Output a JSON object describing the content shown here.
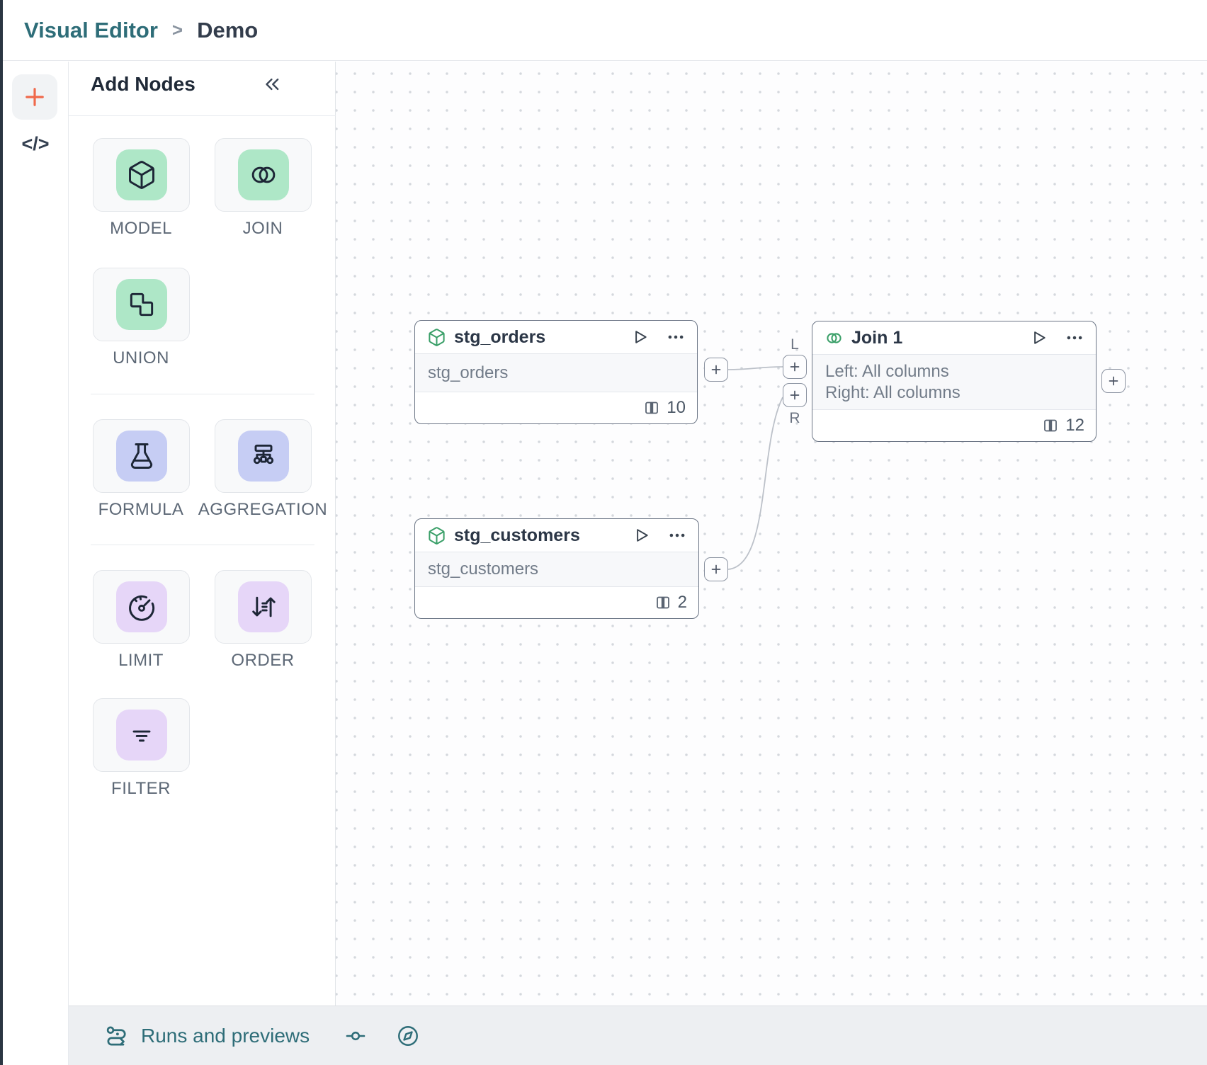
{
  "header": {
    "breadcrumb_root": "Visual Editor",
    "breadcrumb_separator": ">",
    "breadcrumb_current": "Demo"
  },
  "rail": {
    "code_label": "</>"
  },
  "panel": {
    "title": "Add Nodes",
    "tiles": [
      {
        "label": "MODEL",
        "icon": "cube-icon",
        "color": "#aee7c7"
      },
      {
        "label": "JOIN",
        "icon": "venn-icon",
        "color": "#aee7c7"
      },
      {
        "label": "UNION",
        "icon": "union-icon",
        "color": "#aee7c7"
      },
      {
        "label": "FORMULA",
        "icon": "flask-icon",
        "color": "#c6cdf4"
      },
      {
        "label": "AGGREGATION",
        "icon": "sitemap-icon",
        "color": "#c6cdf4"
      },
      {
        "label": "LIMIT",
        "icon": "gauge-icon",
        "color": "#e6d6f8"
      },
      {
        "label": "ORDER",
        "icon": "sort-arrows-icon",
        "color": "#e6d6f8"
      },
      {
        "label": "FILTER",
        "icon": "filter-lines-icon",
        "color": "#e6d6f8"
      }
    ]
  },
  "canvas": {
    "nodes": [
      {
        "title": "stg_orders",
        "subtitle": "stg_orders",
        "column_count": "10"
      },
      {
        "title": "stg_customers",
        "subtitle": "stg_customers",
        "column_count": "2"
      },
      {
        "title": "Join 1",
        "left_line": "Left: All columns",
        "right_line": "Right: All columns",
        "column_count": "12",
        "left_port_label": "L",
        "right_port_label": "R"
      }
    ]
  },
  "statusbar": {
    "runs_label": "Runs and previews"
  },
  "colors": {
    "accent_teal": "#2e6d78",
    "accent_orange": "#f0694b",
    "tile_green": "#aee7c7",
    "tile_indigo": "#c6cdf4",
    "tile_purple": "#e6d6f8",
    "node_icon_green": "#3a9f68",
    "node_border": "#6b7585",
    "canvas_dot": "#d4d8dd",
    "statusbar_bg": "#edeff2"
  }
}
